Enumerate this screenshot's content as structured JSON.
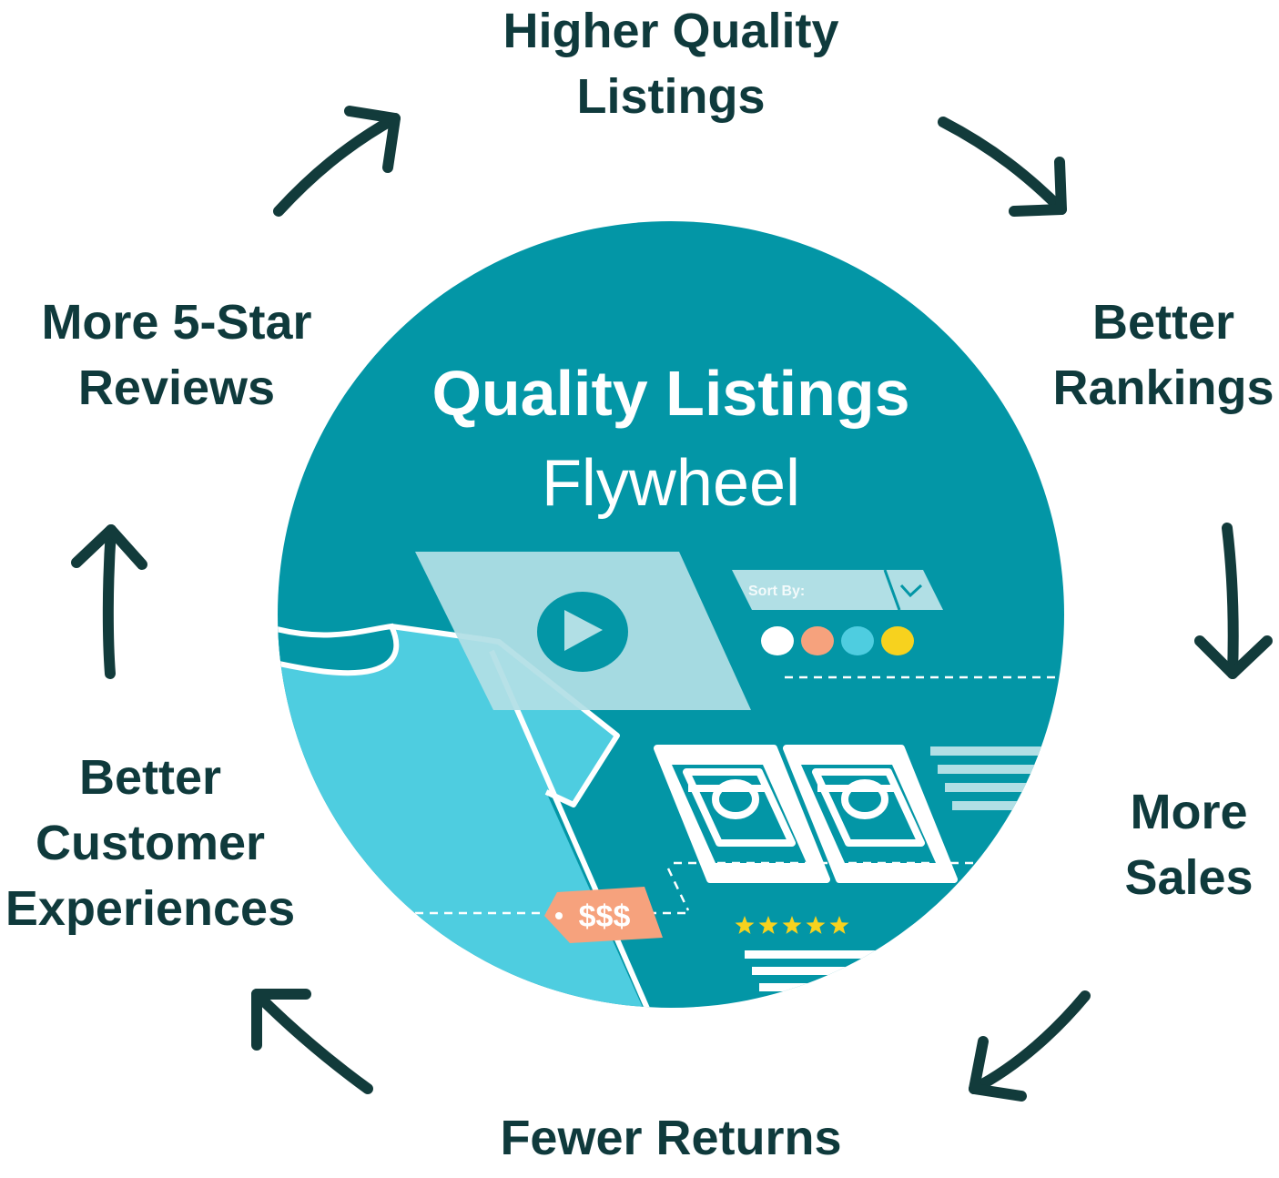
{
  "diagram": {
    "center": {
      "title": "Quality Listings",
      "subtitle": "Flywheel"
    },
    "cycle_steps": [
      {
        "id": "higher-quality-listings",
        "lines": [
          "Higher Quality",
          "Listings"
        ]
      },
      {
        "id": "better-rankings",
        "lines": [
          "Better",
          "Rankings"
        ]
      },
      {
        "id": "more-sales",
        "lines": [
          "More",
          "Sales"
        ]
      },
      {
        "id": "fewer-returns",
        "lines": [
          "Fewer Returns"
        ]
      },
      {
        "id": "better-customer-experiences",
        "lines": [
          "Better",
          "Customer",
          "Experiences"
        ]
      },
      {
        "id": "more-5-star-reviews",
        "lines": [
          "More 5-Star",
          "Reviews"
        ]
      }
    ],
    "illustration": {
      "sort_label": "Sort By:",
      "price_tag": "$$$",
      "star_rating": 5,
      "swatch_colors": [
        "#ffffff",
        "#f6a27d",
        "#4ecde0",
        "#f7d21e"
      ]
    },
    "colors": {
      "text_dark": "#0f3a3c",
      "arrow": "#123b3b",
      "circle_teal": "#0396a6",
      "light_cyan": "#4ecde0",
      "panel": "#b1dfe5",
      "price_tag": "#f6a27d",
      "star": "#f7d21e"
    }
  }
}
